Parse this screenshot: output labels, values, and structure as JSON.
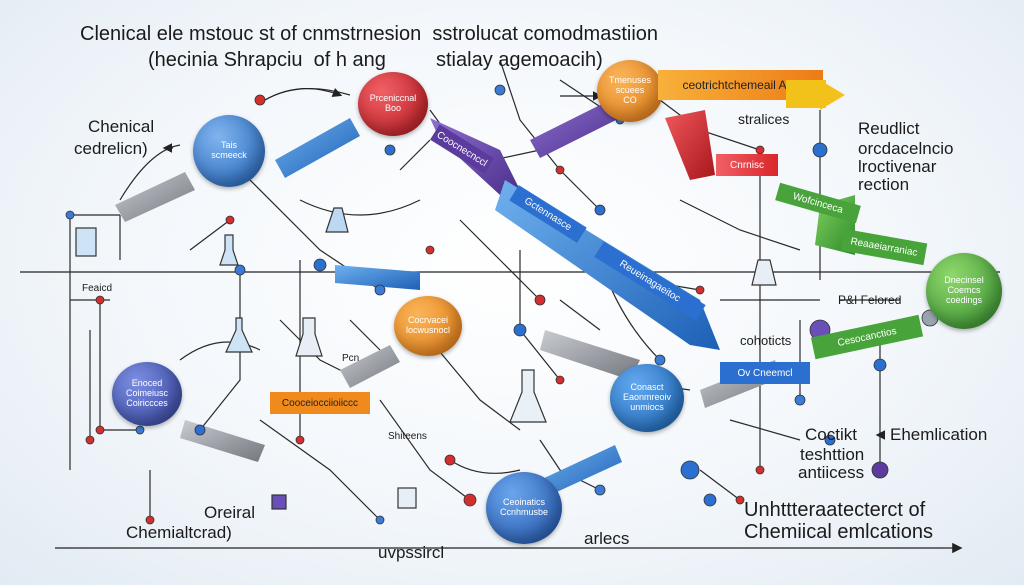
{
  "header": {
    "title_line1": "Clenical ele mstouc st of cnmstrnesion  sstrolucat comodmastiion",
    "title_line2": "(hecinia Shrapciu  of h ang",
    "title_line2b": "stialay agemoacih)"
  },
  "left_labels": {
    "chemical": "Chenical",
    "cedrelien": "cedrelicn)",
    "oreiral": "Oreiral",
    "chemialtcrad": "Chemialtcrad)"
  },
  "right_labels": {
    "reudlict": "Reudlict",
    "line2": "orcdacelncio",
    "line3": "lroctivenar",
    "line4": "rection",
    "ehemlication": "Ehemlication",
    "coctikt": "Coctikt",
    "teshttion": "teshttion",
    "antiicess": "antiicess",
    "unhttier": "Unhttteraatecterct of",
    "chemical_emications": "Chemiical emlcations"
  },
  "misc_labels": {
    "stralices": "stralices",
    "arlecs": "arlecs",
    "uvpssircl": "uvpssircl",
    "cohoticts": "cohoticts",
    "pf_relored": "P&I Felored",
    "sheiteens": "Shiteens",
    "foo": "Pcn",
    "lealcd": "Feaicd"
  },
  "circles": [
    {
      "label": "Tais\nscmeeck",
      "color": "#2d6fc6"
    },
    {
      "label": "Prceniccnal\nBoo",
      "color": "#d9232a"
    },
    {
      "label": "Tmenuses\nscuees\nCO",
      "color": "#f08a1c"
    },
    {
      "label": "Cocrvacei\nlocwusnocl",
      "color": "#f08a1c"
    },
    {
      "label": "Enoced\nCoimeiusc\nCoiriccces",
      "color": "#3b56b8"
    },
    {
      "label": "Conasct\nEaonmreoiv\nunmiocs",
      "color": "#1d78c9"
    },
    {
      "label": "Ceoinatics\nCcnhmusbe",
      "color": "#2c63c0"
    },
    {
      "label": "Dnecinsel\nCoemcs\ncoedings",
      "color": "#4aa53b"
    }
  ],
  "boxes": {
    "orange_bar": "ceotrichtchemeail  Acs",
    "purple_1": "Coocnecnccl",
    "blue_diag": "Gctennasce",
    "blue_long": "Reueinagaeitoc",
    "red_short": "Cnrnisc",
    "green_1": "Wofcinceca",
    "green_2": "Reaaeiarraniac",
    "green_3": "Cesocanctios",
    "blue_mid": "Ov Cneemcl",
    "orange_box": "Cooceiocciioiiccc"
  },
  "colors": {
    "blue": "#2b6fd0",
    "red": "#d9262c",
    "orange": "#f08a1c",
    "purple": "#5c3b9e",
    "green": "#48a43a",
    "yellow": "#f3c21a",
    "gray": "#8b8f96"
  }
}
